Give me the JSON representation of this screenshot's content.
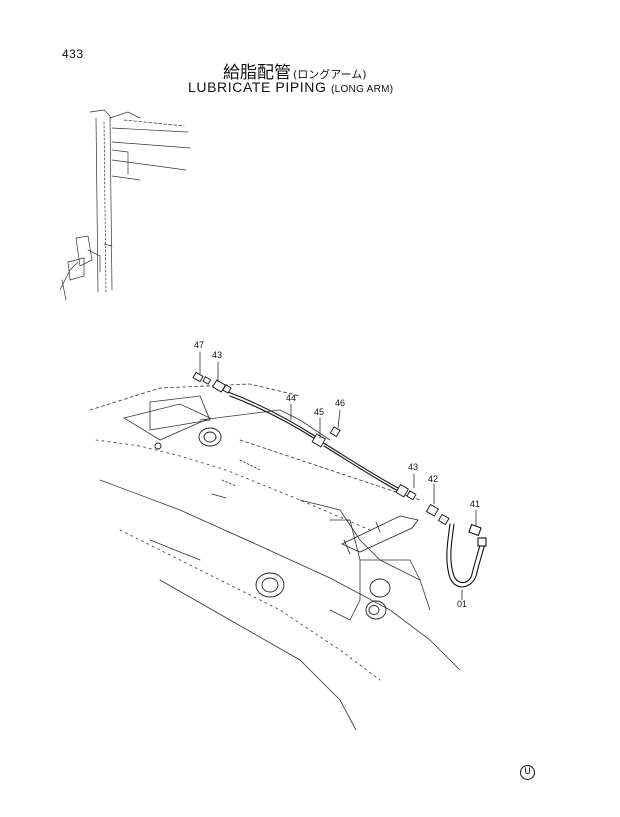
{
  "page_number": "433",
  "title_jp": "給脂配管",
  "title_jp_sub": "(ロングアーム)",
  "title_en": "LUBRICATE PIPING",
  "title_en_sub": "(LONG ARM)",
  "callouts": {
    "c47": "47",
    "c43a": "43",
    "c44": "44",
    "c45": "45",
    "c46": "46",
    "c43b": "43",
    "c42": "42",
    "c41": "41",
    "c01": "01"
  },
  "corner_mark": "U"
}
